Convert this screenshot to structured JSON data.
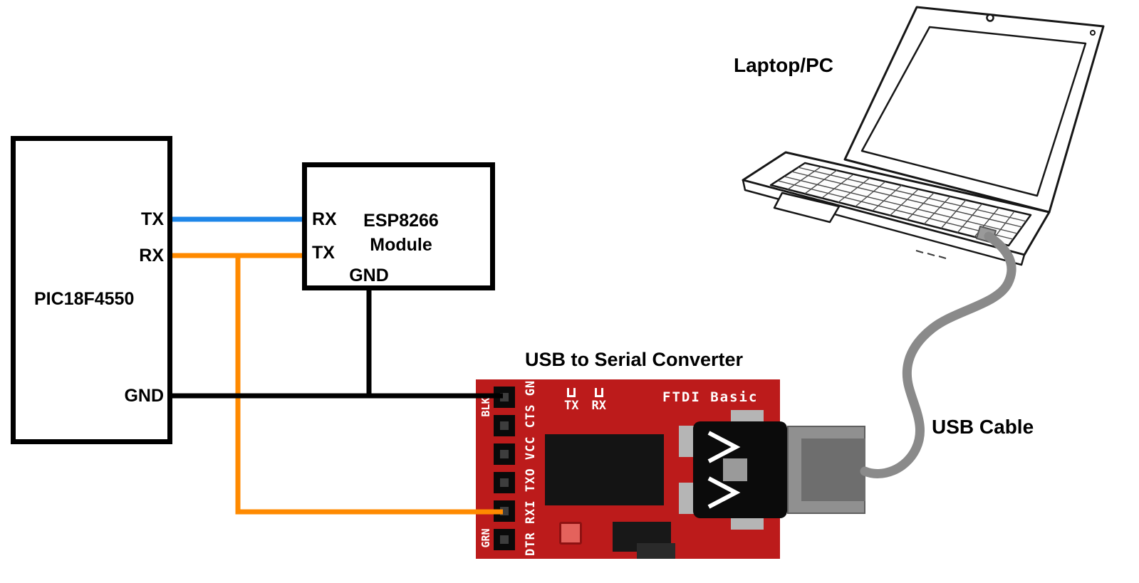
{
  "diagram": {
    "pic": {
      "label": "PIC18F4550",
      "pins": {
        "tx": "TX",
        "rx": "RX",
        "gnd": "GND"
      }
    },
    "esp": {
      "name_line1": "ESP8266",
      "name_line2": "Module",
      "pins": {
        "rx": "RX",
        "tx": "TX",
        "gnd": "GND"
      }
    },
    "converter": {
      "title": "USB to Serial Converter",
      "board_name": "FTDI Basic",
      "silkscreen": {
        "tx": "TX",
        "rx": "RX",
        "pin_top": "BLK",
        "pin_bottom": "GRN",
        "pin_row": "DTR RXI TXO VCC CTS GND"
      }
    },
    "laptop": {
      "label": "Laptop/PC"
    },
    "cable": {
      "label": "USB Cable"
    },
    "wires": [
      {
        "from": "PIC18F4550.TX",
        "to": "ESP8266.RX",
        "color_key": "wire_blue"
      },
      {
        "from": "PIC18F4550.RX",
        "to": "ESP8266.TX",
        "color_key": "wire_orange"
      },
      {
        "from": "PIC18F4550.RX",
        "to": "FTDI.RXI",
        "color_key": "wire_orange"
      },
      {
        "from": "PIC18F4550.GND",
        "to": "ESP8266.GND",
        "color_key": "wire_black"
      },
      {
        "from": "PIC18F4550.GND",
        "to": "FTDI.GND",
        "color_key": "wire_black"
      }
    ],
    "colors": {
      "wire_blue": "#1e86e8",
      "wire_orange": "#ff8a00",
      "wire_black": "#000000",
      "board_red": "#bc1b1b",
      "cable_gray": "#8a8a8a"
    }
  }
}
